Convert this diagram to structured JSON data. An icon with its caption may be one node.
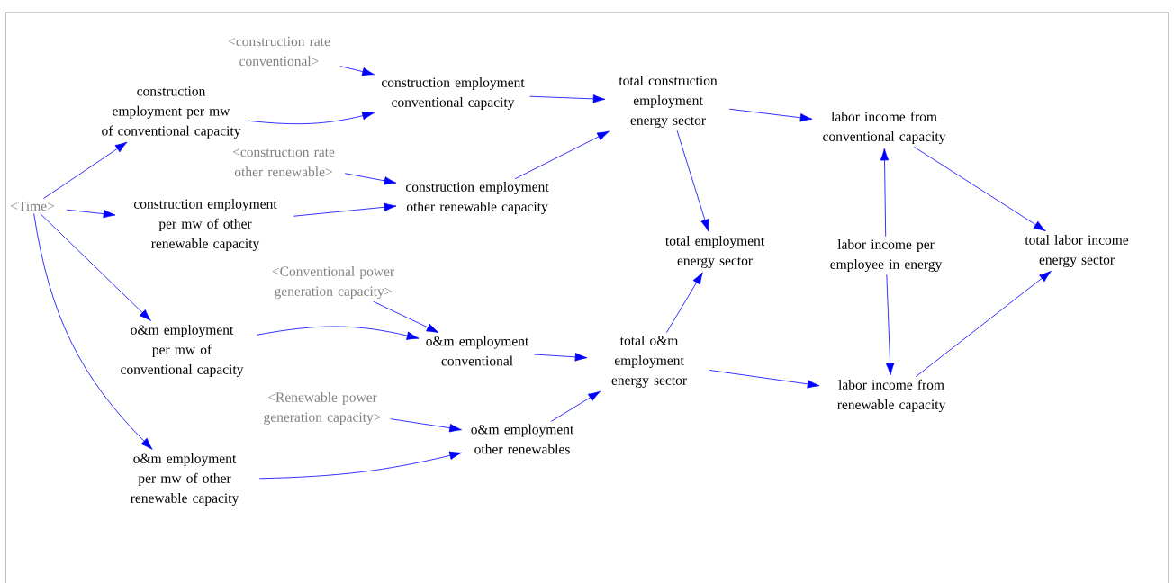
{
  "diagram": {
    "nodes": [
      {
        "text": [
          "<construction rate conventional>"
        ]
      },
      {
        "text": [
          "construction employment per mw of conventional capacity"
        ]
      },
      {
        "text": [
          "construction employment conventional capacity"
        ]
      },
      {
        "text": [
          "<construction rate other renewable>"
        ]
      },
      {
        "text": [
          "<Time>"
        ]
      },
      {
        "text": [
          "construction employment per mw of other renewable capacity"
        ]
      },
      {
        "text": [
          "construction employment other renewable capacity"
        ]
      },
      {
        "text": [
          "total construction employment energy sector"
        ]
      },
      {
        "text": [
          "labor income from conventional capacity"
        ]
      },
      {
        "text": [
          "total employment energy sector"
        ]
      },
      {
        "text": [
          "labor income per employee in energy"
        ]
      },
      {
        "text": [
          "total labor income energy sector"
        ]
      },
      {
        "text": [
          "<Conventional power generation capacity>"
        ]
      },
      {
        "text": [
          "o&m employment per mw of conventional capacity"
        ]
      },
      {
        "text": [
          "o&m employment conventional"
        ]
      },
      {
        "text": [
          "total o&m employment energy sector"
        ]
      },
      {
        "text": [
          "<Renewable power generation capacity>"
        ]
      },
      {
        "text": [
          "o&m employment other renewables"
        ]
      },
      {
        "text": [
          "labor income from renewable capacity"
        ]
      },
      {
        "text": [
          "o&m employment per mw of other renewable capacity"
        ]
      }
    ],
    "edges": [
      {
        "from": 0,
        "to": 2,
        "arrow": "to"
      },
      {
        "from": 1,
        "to": 2,
        "arrow": "to"
      },
      {
        "from": 4,
        "to": 1,
        "arrow": "to"
      },
      {
        "from": 4,
        "to": 5,
        "arrow": "to"
      },
      {
        "from": 4,
        "to": 13,
        "arrow": "to"
      },
      {
        "from": 4,
        "to": 19,
        "arrow": "to"
      },
      {
        "from": 3,
        "to": 6,
        "arrow": "to"
      },
      {
        "from": 5,
        "to": 6,
        "arrow": "to"
      },
      {
        "from": 2,
        "to": 7,
        "arrow": "to"
      },
      {
        "from": 6,
        "to": 7,
        "arrow": "to"
      },
      {
        "from": 7,
        "to": 8,
        "arrow": "to"
      },
      {
        "from": 7,
        "to": 9,
        "arrow": "to"
      },
      {
        "from": 15,
        "to": 9,
        "arrow": "to"
      },
      {
        "from": 10,
        "to": 8,
        "arrow": "to"
      },
      {
        "from": 10,
        "to": 18,
        "arrow": "to"
      },
      {
        "from": 8,
        "to": 11,
        "arrow": "to"
      },
      {
        "from": 18,
        "to": 11,
        "arrow": "to"
      },
      {
        "from": 12,
        "to": 14,
        "arrow": "to"
      },
      {
        "from": 13,
        "to": 14,
        "arrow": "to"
      },
      {
        "from": 14,
        "to": 15,
        "arrow": "to"
      },
      {
        "from": 16,
        "to": 17,
        "arrow": "to"
      },
      {
        "from": 19,
        "to": 17,
        "arrow": "to"
      },
      {
        "from": 17,
        "to": 15,
        "arrow": "to"
      },
      {
        "from": 15,
        "to": 18,
        "arrow": "to"
      }
    ]
  }
}
